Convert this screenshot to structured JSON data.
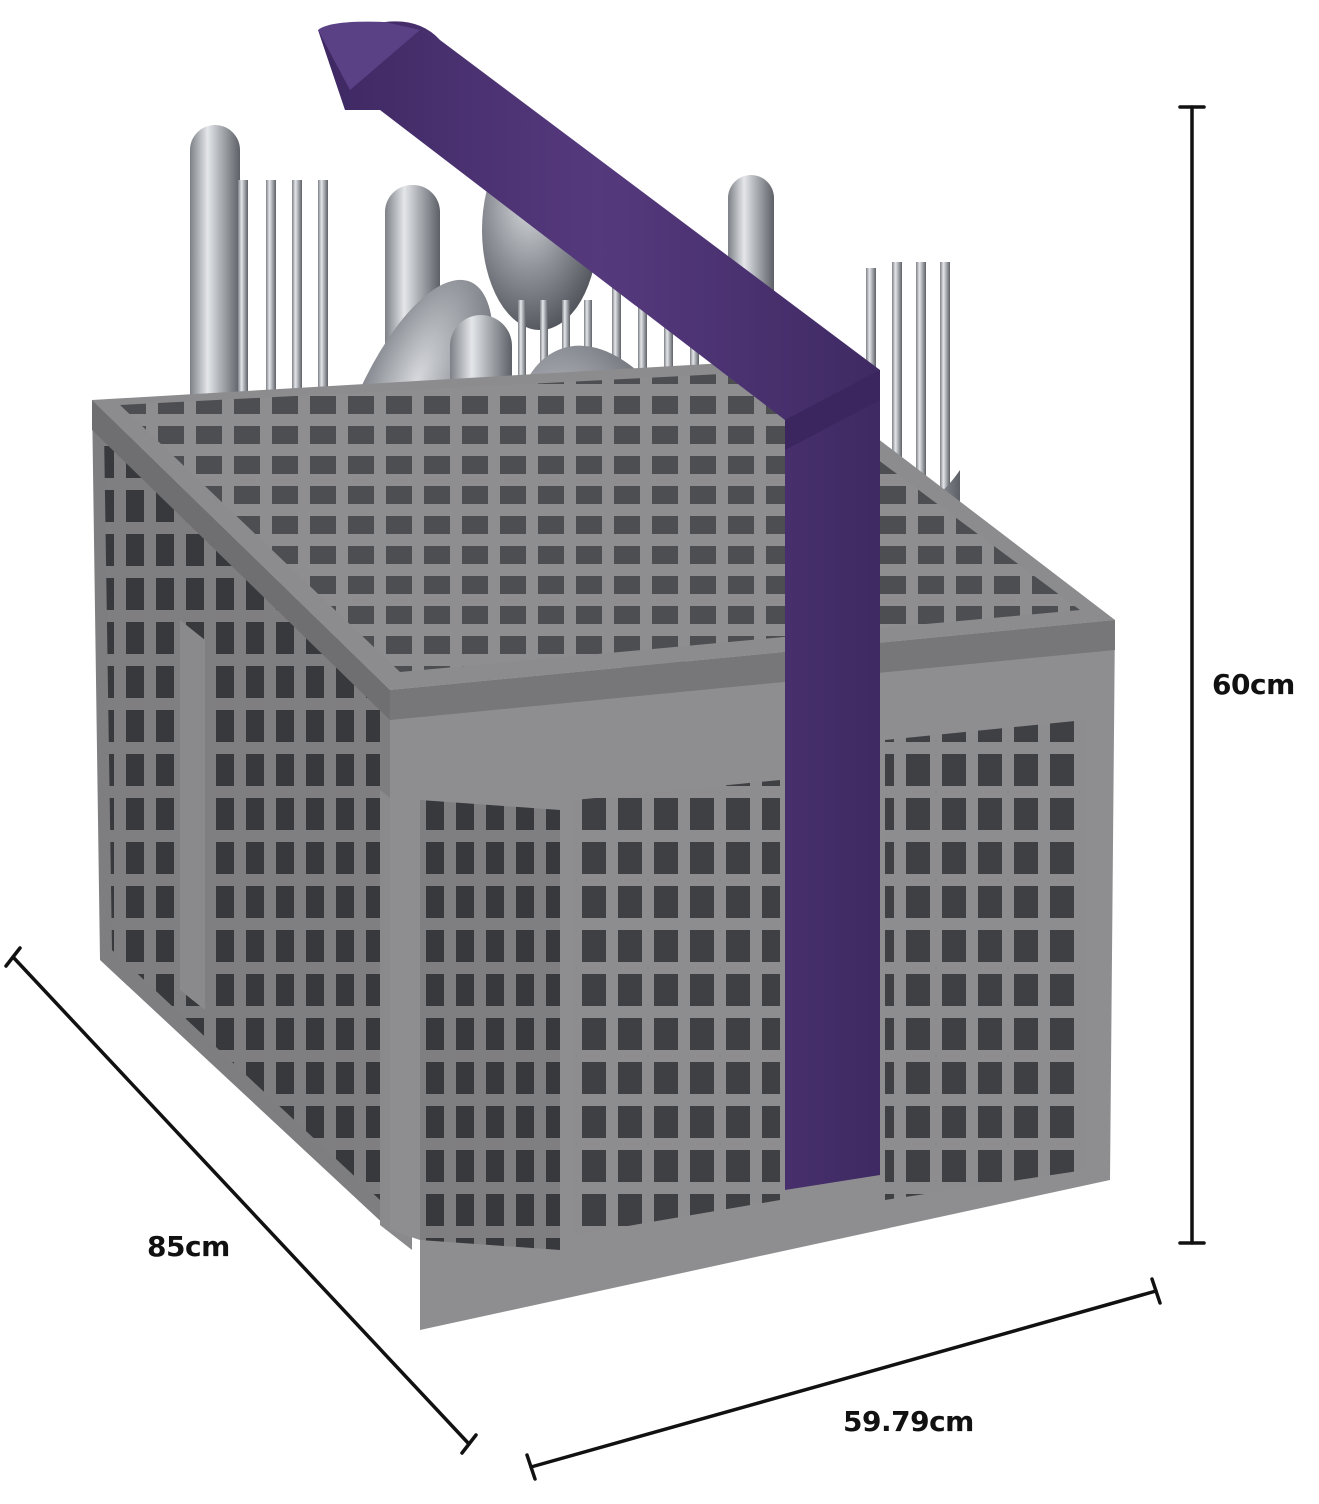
{
  "product": {
    "name_icon": "cutlery-basket-icon",
    "colors": {
      "basket": "#8c8c8e",
      "basket_dark": "#6f6f72",
      "basket_light": "#a2a2a4",
      "handle": "#4b3270",
      "handle_light": "#5c4186",
      "steel": "#c9ccd0",
      "steel_dark": "#6e7278",
      "dimension_line": "#111111"
    }
  },
  "dimensions": {
    "height": "60cm",
    "depth": "85cm",
    "width": "59.79cm"
  }
}
